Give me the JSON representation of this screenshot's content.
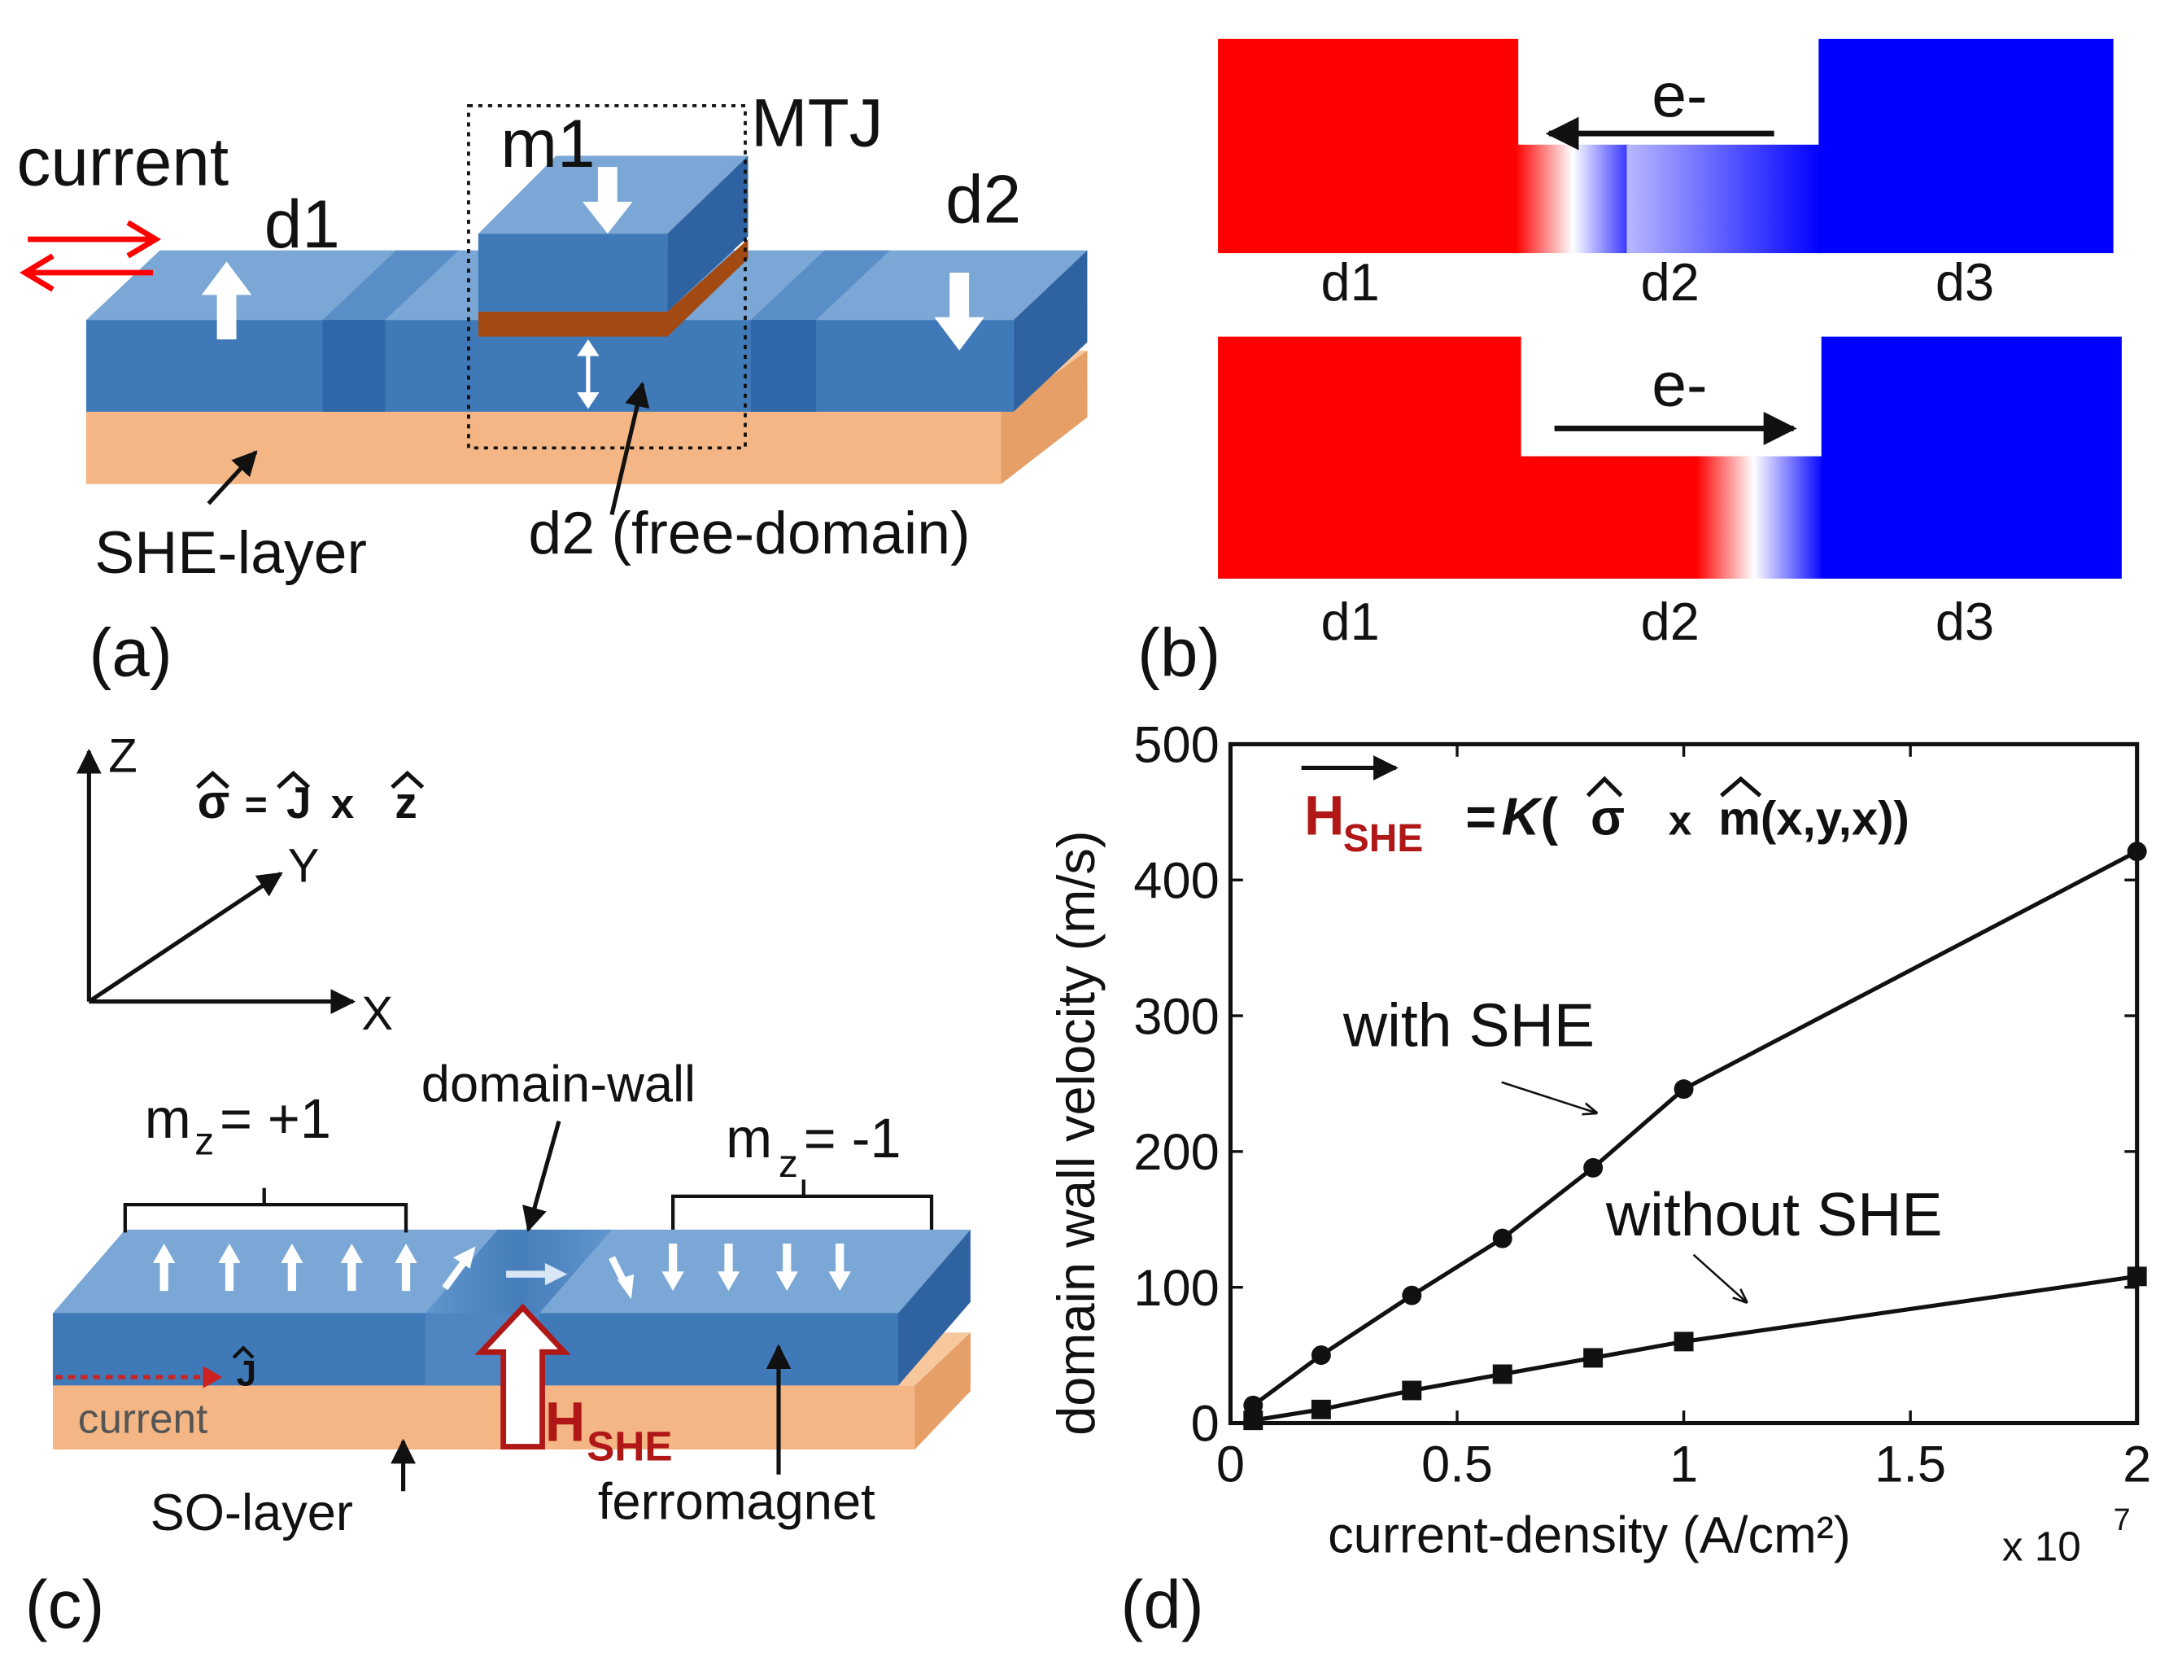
{
  "colors": {
    "ferro_top": "#7aa7d6",
    "ferro_front": "#3f79b8",
    "ferro_side": "#2f62a0",
    "she_top": "#f7c79d",
    "she_front": "#f3b684",
    "she_side": "#e59f67",
    "oxide": "#a34a12",
    "red": "#ff0000",
    "blue": "#0000ff",
    "dark_red": "#b01818"
  },
  "panel_a": {
    "label": "(a)",
    "current": "current",
    "d1": "d1",
    "d2": "d2",
    "m1": "m1",
    "mtj": "MTJ",
    "she_layer": "SHE-layer",
    "free_domain": "d2 (free-domain)"
  },
  "panel_b": {
    "label": "(b)",
    "electron": "e-",
    "d1": "d1",
    "d2": "d2",
    "d3": "d3"
  },
  "panel_c": {
    "label": "(c)",
    "axis_z": "Z",
    "axis_y": "Y",
    "axis_x": "X",
    "sigma_lhs": "σ",
    "sigma_eq": "=",
    "sigma_j": "J",
    "sigma_x": "x",
    "sigma_z": "z",
    "mz": "m",
    "mz_sub": "z",
    "mz_plus": "= +1",
    "mz_minus": "= -1",
    "domain_wall": "domain-wall",
    "j_hat": "J",
    "current": "current",
    "h": "H",
    "she_sub": "SHE",
    "so_layer": "SO-layer",
    "ferromagnet": "ferromagnet"
  },
  "panel_d": {
    "label": "(d)",
    "formula_h": "H",
    "formula_sub": "SHE",
    "formula_eq": "=",
    "formula_k": "K",
    "formula_open": "(",
    "formula_sigma": "σ",
    "formula_x": "x",
    "formula_m": "m(x,y,x))",
    "with_label": "with SHE",
    "without_label": "without SHE",
    "x_exp_base": "x 10",
    "x_exp_power": "7"
  },
  "chart_data": {
    "type": "line",
    "xlabel": "current-density (A/cm²)",
    "ylabel": "domain wall velocity (m/s)",
    "xlim": [
      0,
      2
    ],
    "ylim": [
      0,
      500
    ],
    "x_ticks": [
      0,
      0.5,
      1,
      1.5,
      2
    ],
    "x_tick_labels": [
      "0",
      "0.5",
      "1",
      "1.5",
      "2"
    ],
    "y_ticks": [
      0,
      100,
      200,
      300,
      400,
      500
    ],
    "y_tick_labels": [
      "0",
      "100",
      "200",
      "300",
      "400",
      "500"
    ],
    "grid": false,
    "series": [
      {
        "name": "with SHE",
        "marker": "circle",
        "x": [
          0.05,
          0.2,
          0.4,
          0.6,
          0.8,
          1.0,
          2.0
        ],
        "y": [
          13,
          50,
          94,
          136,
          188,
          246,
          421
        ]
      },
      {
        "name": "without SHE",
        "marker": "square",
        "x": [
          0.05,
          0.2,
          0.4,
          0.6,
          0.8,
          1.0,
          2.0
        ],
        "y": [
          2,
          10,
          24,
          36,
          48,
          60,
          108
        ]
      }
    ]
  }
}
